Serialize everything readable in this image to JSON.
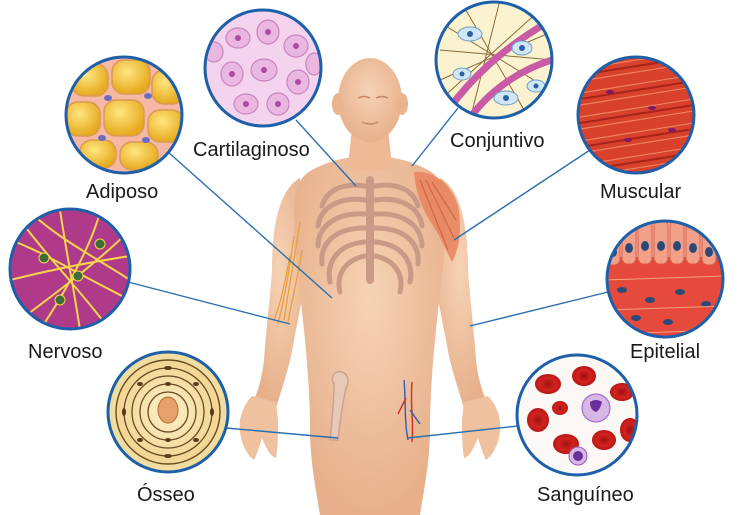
{
  "diagram": {
    "colors": {
      "skin": "#f1c6a4",
      "skin_shade": "#e3a982",
      "bone": "#cfa590",
      "leader": "#2a6fb0",
      "ring": "#1d5fa8",
      "text": "#1a1a1a"
    },
    "tissues": [
      {
        "id": "cartilaginoso",
        "label": "Cartilaginoso",
        "icon": "cartilage-cells-icon"
      },
      {
        "id": "conjuntivo",
        "label": "Conjuntivo",
        "icon": "connective-fibers-icon"
      },
      {
        "id": "adiposo",
        "label": "Adiposo",
        "icon": "fat-cells-icon"
      },
      {
        "id": "muscular",
        "label": "Muscular",
        "icon": "muscle-fibers-icon"
      },
      {
        "id": "nervoso",
        "label": "Nervoso",
        "icon": "neuron-network-icon"
      },
      {
        "id": "epitelial",
        "label": "Epitelial",
        "icon": "epithelial-cells-icon"
      },
      {
        "id": "osseo",
        "label": "Ósseo",
        "icon": "osteon-icon"
      },
      {
        "id": "sanguineo",
        "label": "Sanguíneo",
        "icon": "blood-cells-icon"
      }
    ]
  }
}
